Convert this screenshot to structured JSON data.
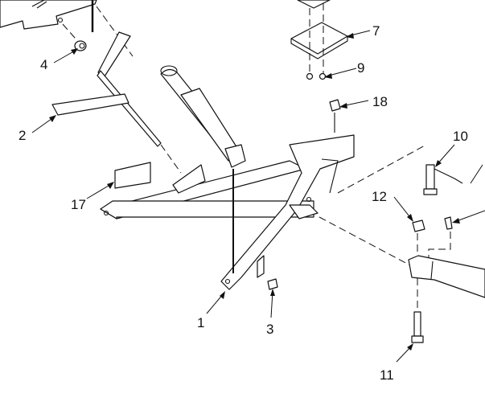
{
  "diagram": {
    "type": "exploded parts diagram",
    "callouts": [
      {
        "id": "1",
        "label": "1"
      },
      {
        "id": "2",
        "label": "2"
      },
      {
        "id": "3",
        "label": "3"
      },
      {
        "id": "4",
        "label": "4"
      },
      {
        "id": "7",
        "label": "7"
      },
      {
        "id": "9",
        "label": "9"
      },
      {
        "id": "10",
        "label": "10"
      },
      {
        "id": "11",
        "label": "11"
      },
      {
        "id": "12",
        "label": "12"
      },
      {
        "id": "17",
        "label": "17"
      },
      {
        "id": "18",
        "label": "18"
      }
    ]
  },
  "colors": {
    "line": "#111111",
    "background": "#ffffff"
  }
}
